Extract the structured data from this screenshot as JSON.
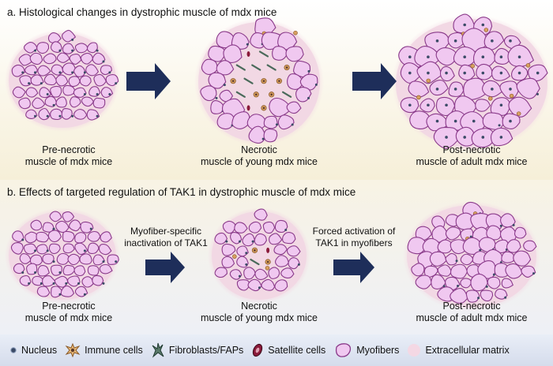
{
  "panel_a": {
    "title": "a. Histological changes in dystrophic muscle of mdx mice",
    "stages": [
      {
        "line1": "Pre-necrotic",
        "line2": "muscle of mdx mice"
      },
      {
        "line1": "Necrotic",
        "line2": "muscle of young mdx mice"
      },
      {
        "line1": "Post-necrotic",
        "line2": "muscle of adult mdx mice"
      }
    ]
  },
  "panel_b": {
    "title": "b. Effects of targeted regulation of TAK1 in dystrophic muscle of mdx mice",
    "arrow1": {
      "line1": "Myofiber-specific",
      "line2": "inactivation of TAK1"
    },
    "arrow2": {
      "line1": "Forced activation of",
      "line2": "TAK1 in myofibers"
    },
    "stages": [
      {
        "line1": "Pre-necrotic",
        "line2": "muscle of mdx mice"
      },
      {
        "line1": "Necrotic",
        "line2": "muscle of young mdx mice"
      },
      {
        "line1": "Post-necrotic",
        "line2": "muscle of adult mdx mice"
      }
    ]
  },
  "legend": [
    {
      "label": "Nucleus",
      "icon": "nucleus-icon"
    },
    {
      "label": "Immune cells",
      "icon": "immune-cell-icon"
    },
    {
      "label": "Fibroblasts/FAPs",
      "icon": "fibroblast-icon"
    },
    {
      "label": "Satellite cells",
      "icon": "satellite-cell-icon"
    },
    {
      "label": "Myofibers",
      "icon": "myofiber-icon"
    },
    {
      "label": "Extracellular matrix",
      "icon": "ecm-icon"
    }
  ],
  "colors": {
    "myofiber_fill": "#f0c8f0",
    "myofiber_stroke": "#8a3a8a",
    "matrix": "#f2d8e4",
    "nucleus": "#3a4a66",
    "immune": "#d9a060",
    "fibroblast": "#4a6a5a",
    "satellite": "#8a1a3a",
    "arrow": "#1e2e5a"
  }
}
